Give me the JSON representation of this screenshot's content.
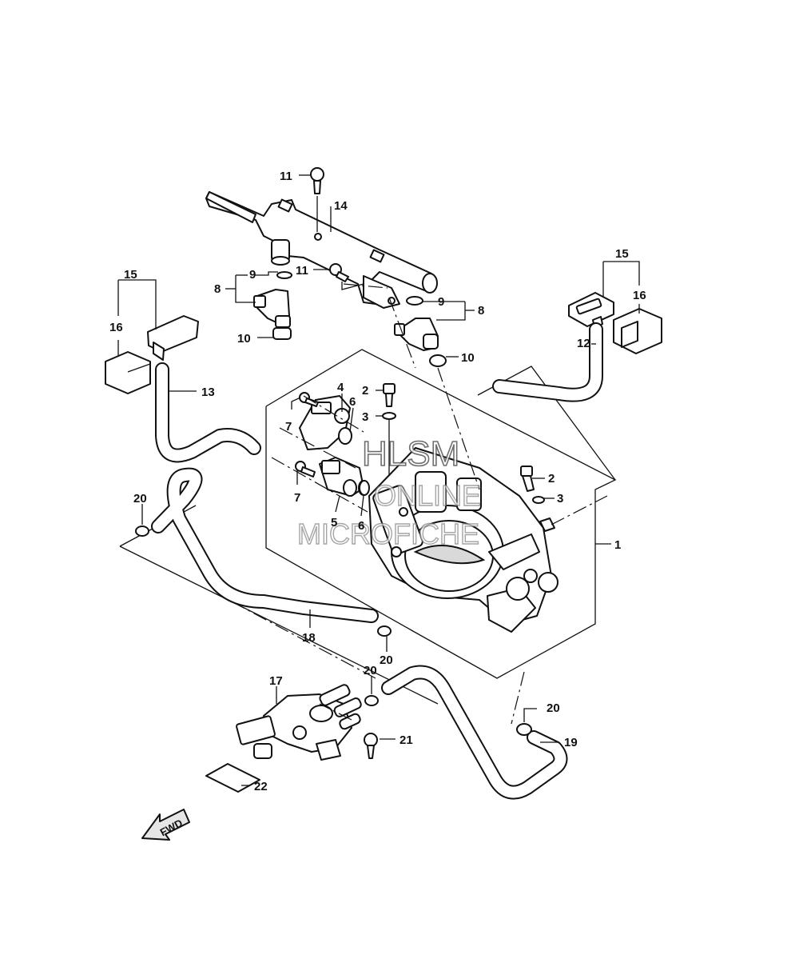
{
  "callouts": {
    "c1": "1",
    "c2a": "2",
    "c2b": "2",
    "c3a": "3",
    "c3b": "3",
    "c4": "4",
    "c5": "5",
    "c6a": "6",
    "c6b": "6",
    "c7a": "7",
    "c7b": "7",
    "c8a": "8",
    "c8b": "8",
    "c9a": "9",
    "c9b": "9",
    "c10a": "10",
    "c10b": "10",
    "c11a": "11",
    "c11b": "11",
    "c12": "12",
    "c13": "13",
    "c14": "14",
    "c15a": "15",
    "c15b": "15",
    "c16a": "16",
    "c16b": "16",
    "c17": "17",
    "c18": "18",
    "c19": "19",
    "c20a": "20",
    "c20b": "20",
    "c20c": "20",
    "c20d": "20",
    "c21": "21",
    "c22": "22"
  },
  "watermark": {
    "line1": "HLSM",
    "line2": "ONLINE",
    "line3": "MICROFICHE"
  },
  "fwd_label": "FWD"
}
